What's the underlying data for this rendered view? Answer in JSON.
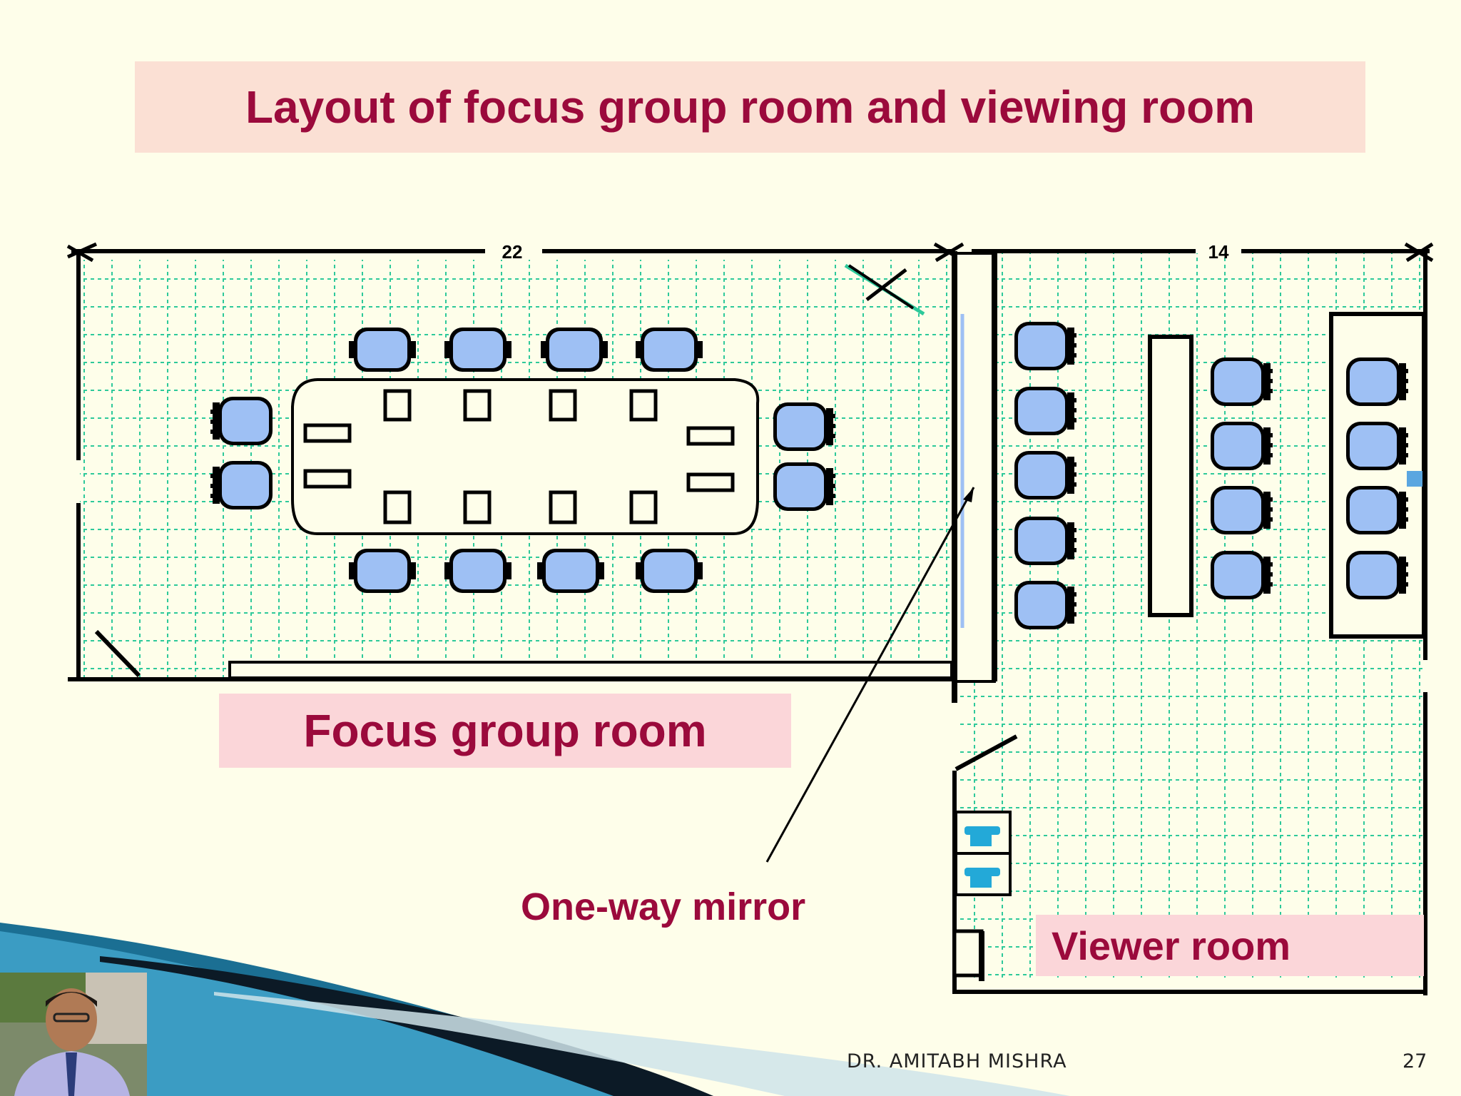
{
  "slide": {
    "title": "Layout of focus group room and viewing room",
    "footer_author": "DR. AMITABH MISHRA",
    "page_number": "27"
  },
  "diagram": {
    "focus_room_label": "Focus group room",
    "mirror_label": "One-way mirror",
    "viewer_room_label": "Viewer room",
    "dimension_left": "22",
    "dimension_right": "14",
    "colors": {
      "grid": "#2ec99a",
      "chair_fill": "#9ec0f4",
      "wall": "#000000",
      "label_text": "#9b0a3c",
      "label_bg": "#fbd6d9",
      "title_bg": "#fbe0d4",
      "background": "#fefeea",
      "phone": "#23a9d8"
    },
    "icons": [
      "chair-icon",
      "phone-icon",
      "door-icon",
      "camera-icon"
    ]
  }
}
